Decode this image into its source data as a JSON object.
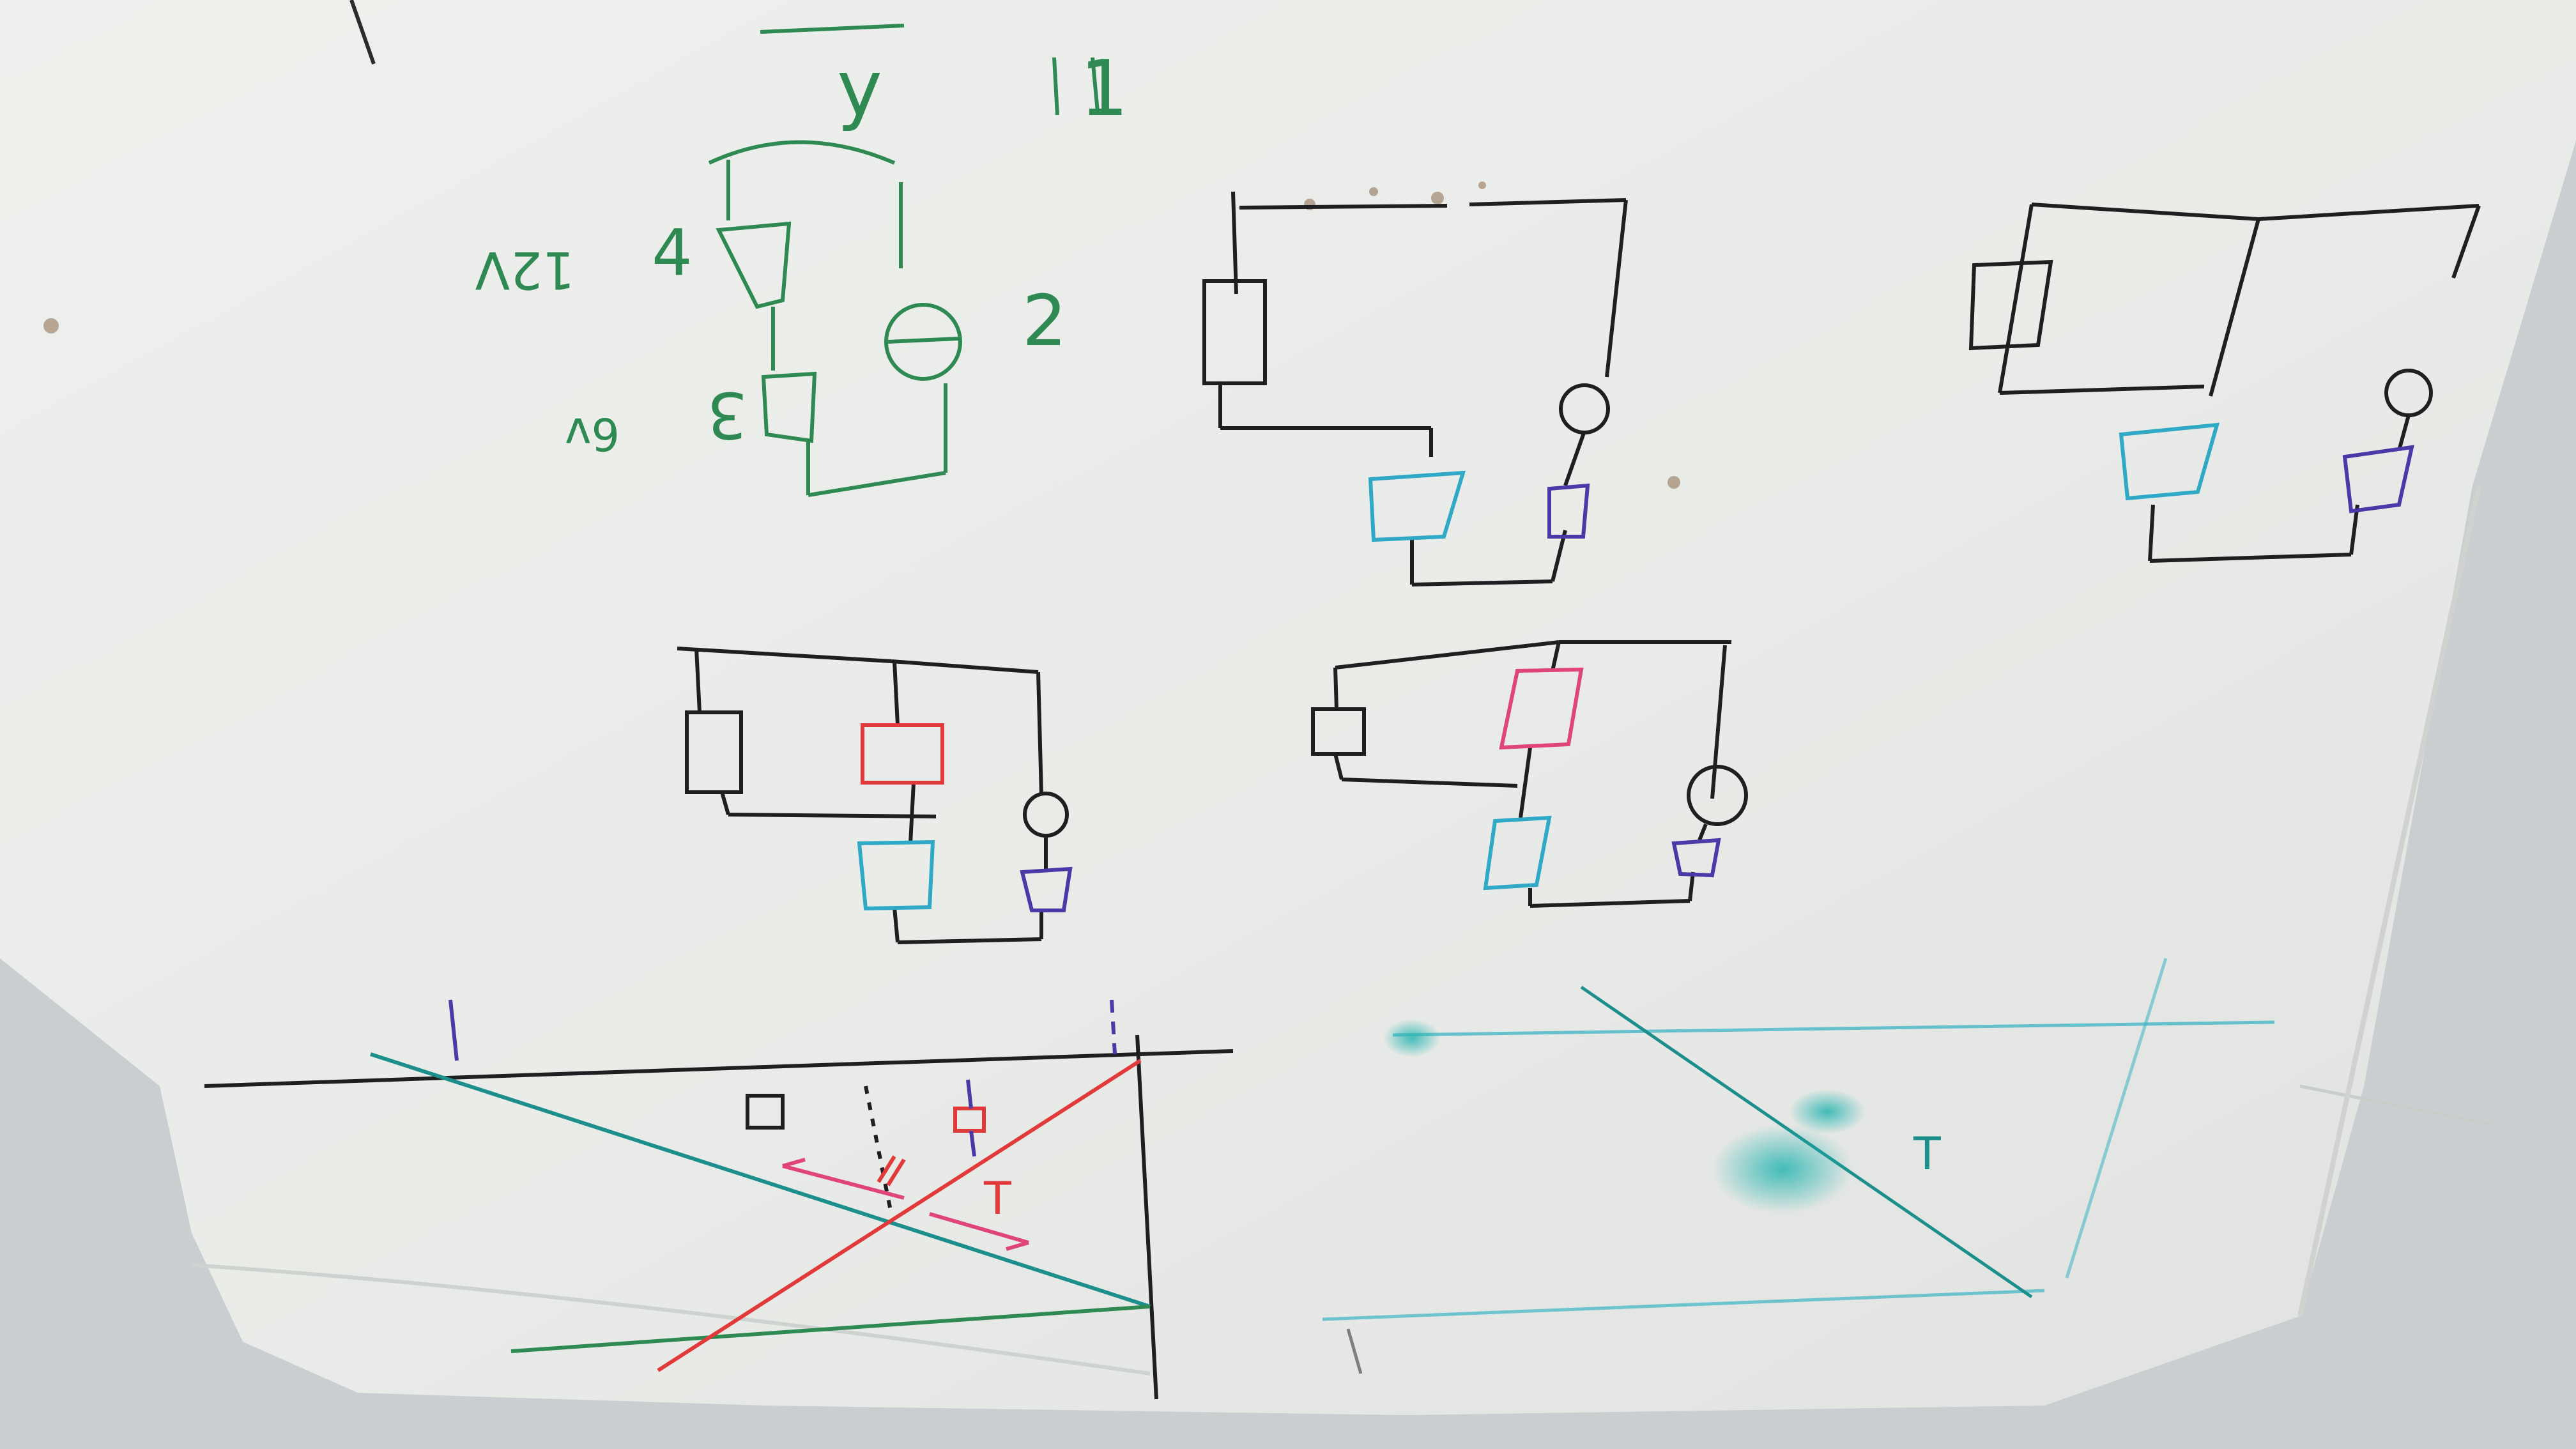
{
  "photo": {
    "subject": "hand-drawn circuit sketches on white paper",
    "colors": {
      "paper": "#eceeec",
      "background": "#cdd0d2",
      "black_ink": "#1f1f22",
      "green_ink": "#2e8a52",
      "cyan_ink": "#2fa9c6",
      "purple_ink": "#4a3aa8",
      "red_ink": "#e23a3a",
      "pink_ink": "#e0457a",
      "teal_ink": "#1c8f8c"
    }
  },
  "labels": {
    "top_fraction": "y",
    "top_right": "1",
    "left_voltage": "12V",
    "left_number_4": "4",
    "bottom_number_3": "3",
    "left_small": "6v",
    "source_number": "2",
    "graph_left_t": "T",
    "graph_right_t": "T"
  }
}
